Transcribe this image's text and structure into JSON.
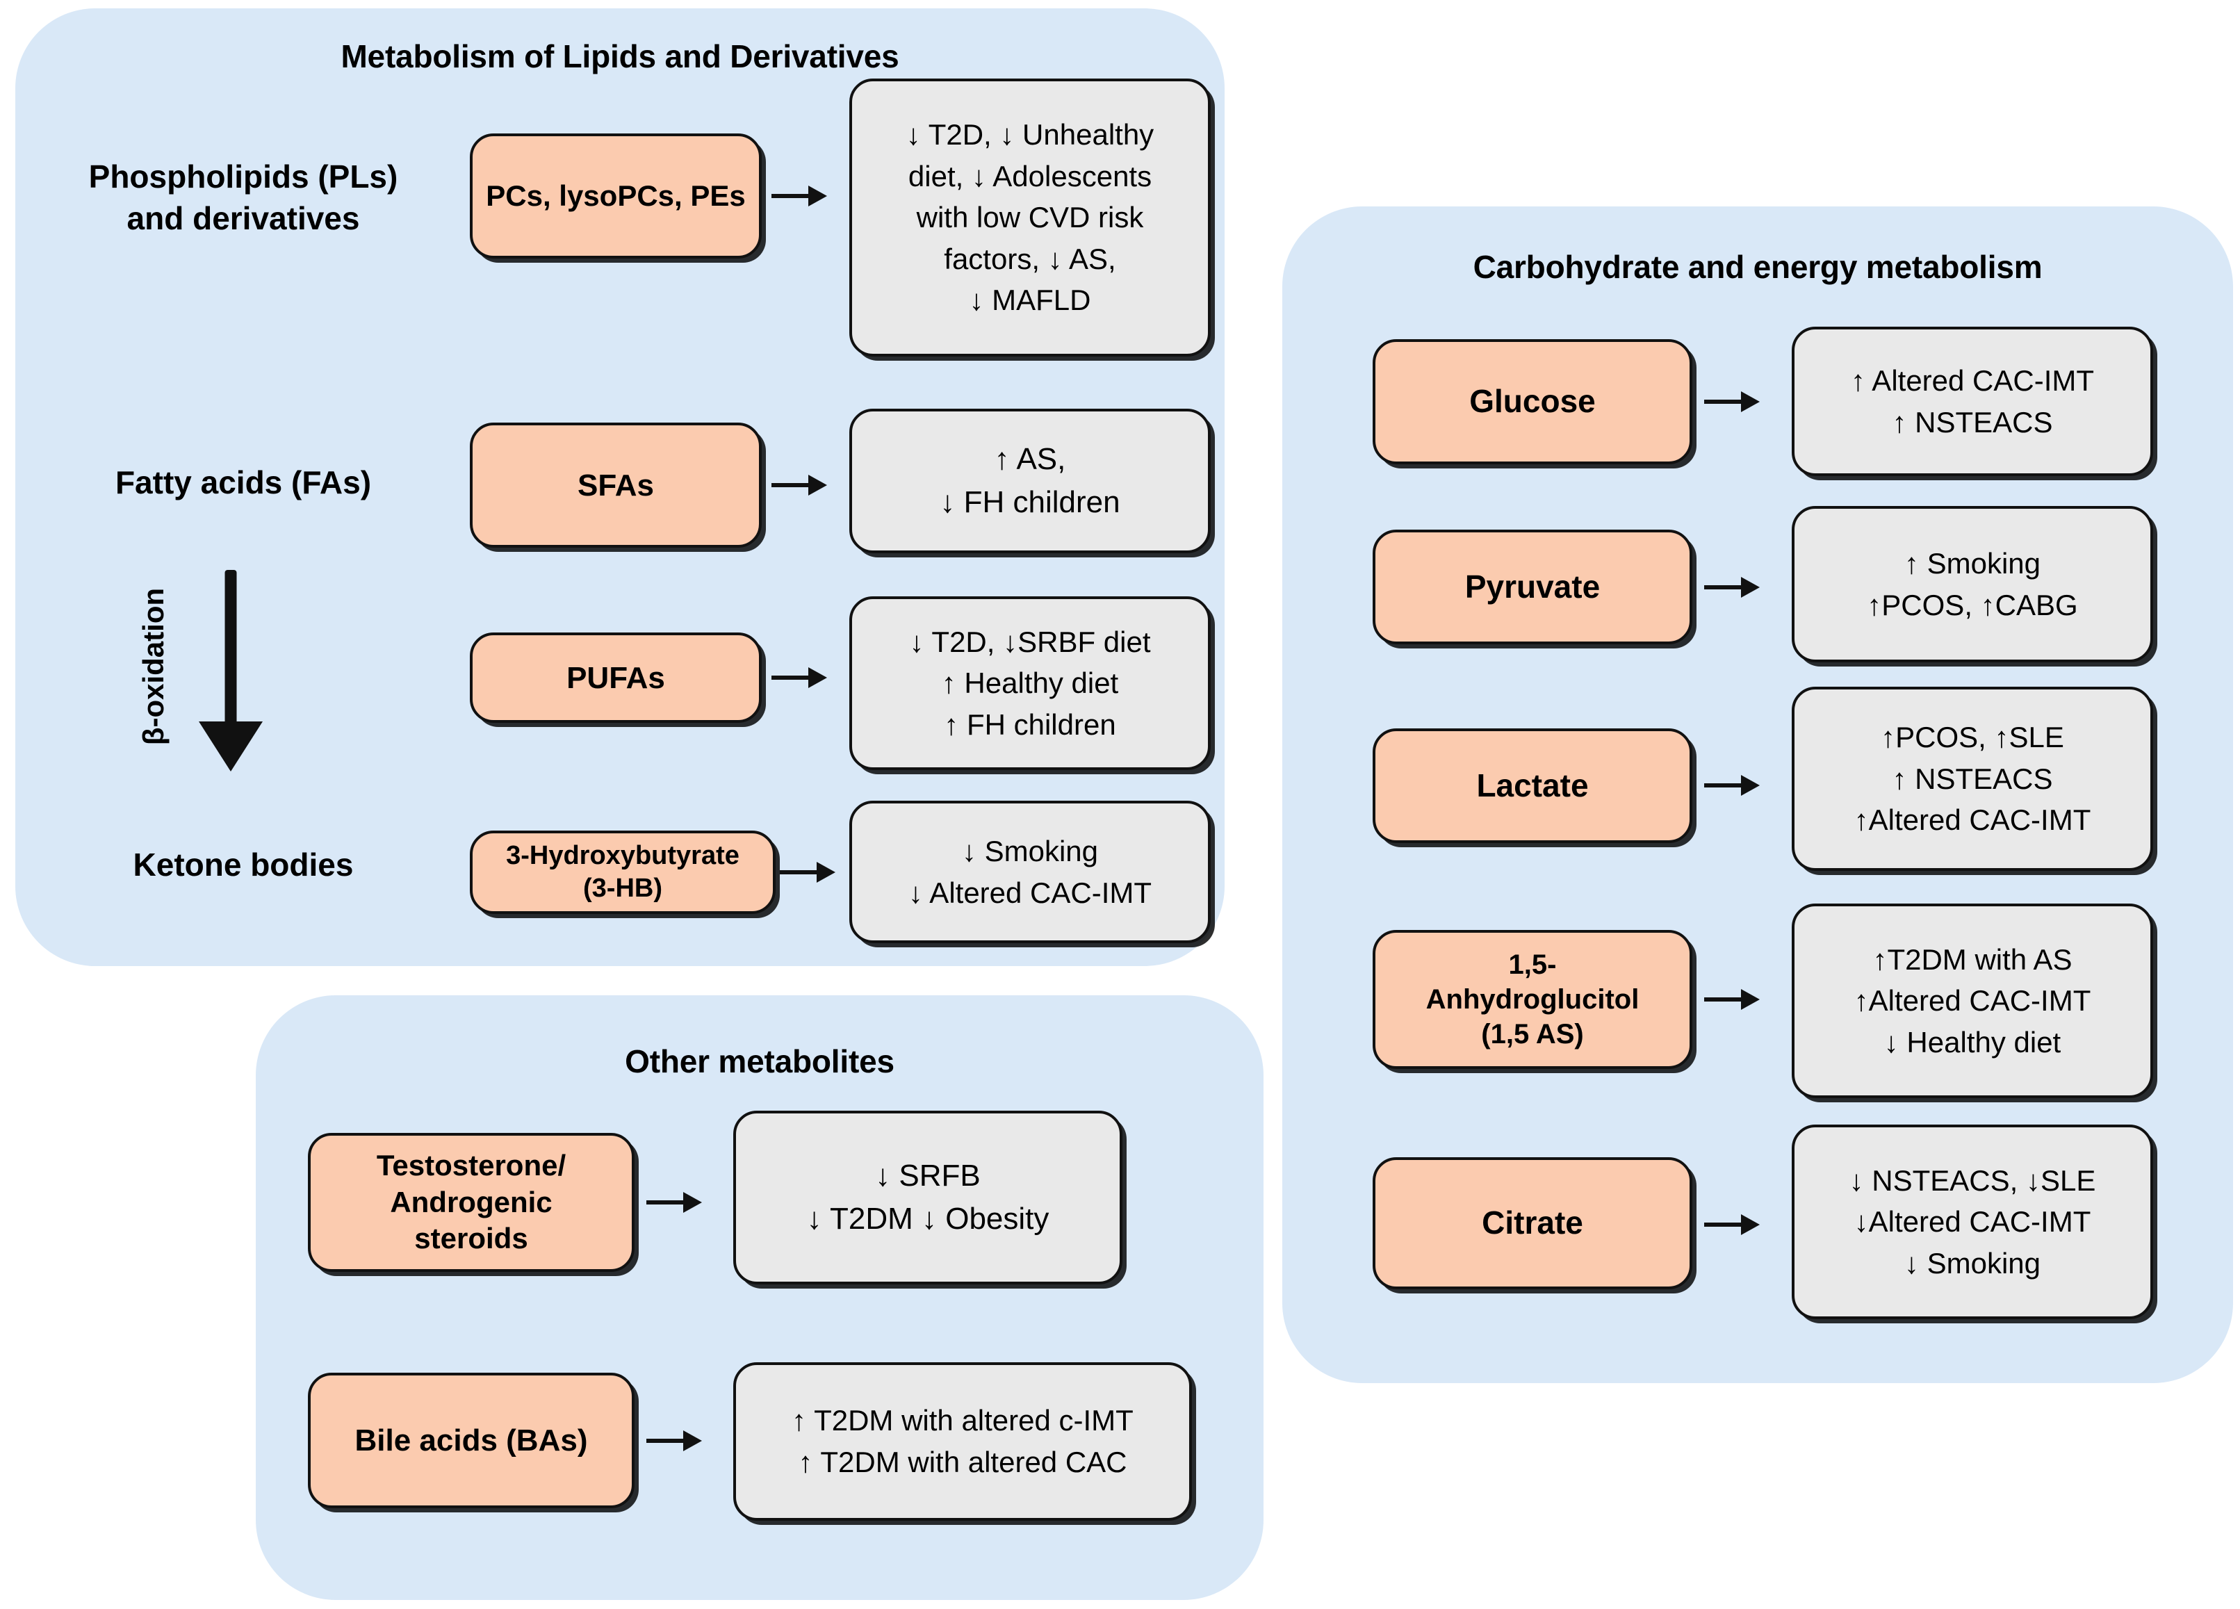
{
  "figure": {
    "type": "diagram",
    "colors": {
      "panel_blue": "#d9e8f7",
      "metabolite_peach": "#fbcbaf",
      "outcome_grey": "#e9e9e9",
      "stroke_black": "#111111"
    }
  },
  "panels": [
    {
      "id": "lipids",
      "title": "Metabolism of Lipids and Derivatives",
      "category_labels": [
        "Phospholipids (PLs)\nand derivatives",
        "Fatty acids (FAs)",
        "Ketone bodies"
      ],
      "beta_oxidation_label": "β-oxidation",
      "rows": [
        {
          "metabolite": "PCs, lysoPCs, PEs",
          "outcomes": [
            "↓ T2D, ↓ Unhealthy",
            "diet, ↓ Adolescents",
            "with low CVD risk",
            "factors, ↓ AS,",
            "↓ MAFLD"
          ]
        },
        {
          "metabolite": "SFAs",
          "outcomes": [
            "↑ AS,",
            "↓ FH children"
          ]
        },
        {
          "metabolite": "PUFAs",
          "outcomes": [
            "↓ T2D, ↓SRBF diet",
            "↑ Healthy diet",
            "↑ FH children"
          ]
        },
        {
          "metabolite": "3-Hydroxybutyrate\n(3-HB)",
          "outcomes": [
            "↓ Smoking",
            "↓ Altered CAC-IMT"
          ]
        }
      ]
    },
    {
      "id": "carbohydrate",
      "title": "Carbohydrate and energy metabolism",
      "rows": [
        {
          "metabolite": "Glucose",
          "outcomes": [
            "↑ Altered CAC-IMT",
            "↑ NSTEACS"
          ]
        },
        {
          "metabolite": "Pyruvate",
          "outcomes": [
            "↑ Smoking",
            "↑PCOS, ↑CABG"
          ]
        },
        {
          "metabolite": "Lactate",
          "outcomes": [
            "↑PCOS, ↑SLE",
            "↑ NSTEACS",
            "↑Altered CAC-IMT"
          ]
        },
        {
          "metabolite": "1,5-\nAnhydroglucitol\n(1,5 AS)",
          "outcomes": [
            "↑T2DM with AS",
            "↑Altered CAC-IMT",
            "↓ Healthy diet"
          ]
        },
        {
          "metabolite": "Citrate",
          "outcomes": [
            "↓ NSTEACS, ↓SLE",
            "↓Altered CAC-IMT",
            "↓ Smoking"
          ]
        }
      ]
    },
    {
      "id": "other",
      "title": "Other metabolites",
      "rows": [
        {
          "metabolite": "Testosterone/\nAndrogenic\nsteroids",
          "outcomes": [
            "↓ SRFB",
            "↓ T2DM ↓ Obesity"
          ]
        },
        {
          "metabolite": "Bile acids (BAs)",
          "outcomes": [
            "↑ T2DM with altered c-IMT",
            "↑ T2DM with altered CAC"
          ]
        }
      ]
    }
  ]
}
